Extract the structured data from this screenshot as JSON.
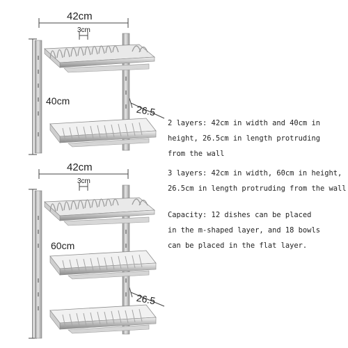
{
  "dimensions": {
    "top": {
      "width": "42cm",
      "gap": "3cm",
      "height": "40cm",
      "depth": "26.5"
    },
    "bottom": {
      "width": "42cm",
      "gap": "3cm",
      "height": "60cm",
      "depth": "26.5"
    }
  },
  "descriptions": {
    "two_layer": "2 layers: 42cm in width and 40cm in\nheight, 26.5cm in length protruding\nfrom the wall",
    "three_layer": "3 layers: 42cm in width, 60cm in height,\n26.5cm in length protruding from the wall",
    "capacity": "Capacity: 12 dishes can be placed\nin the m-shaped layer, and 18 bowls\ncan be placed in the flat layer."
  },
  "colors": {
    "steel": "#b5b5b5",
    "steel_dark": "#7d7d7d",
    "line": "#444444"
  }
}
